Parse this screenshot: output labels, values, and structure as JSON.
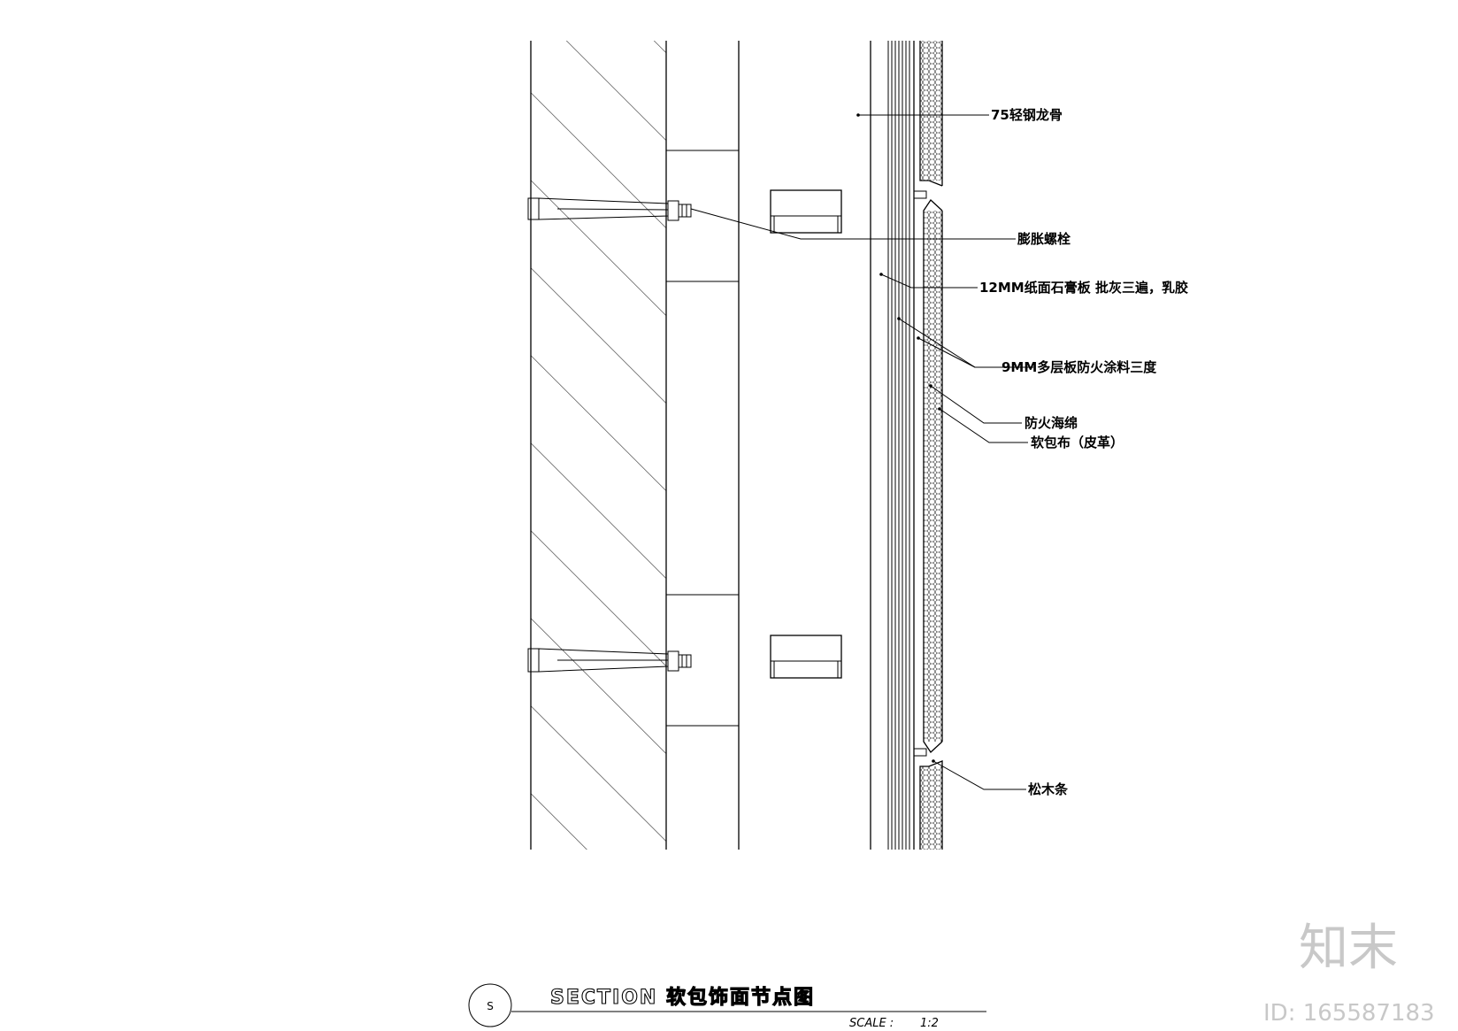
{
  "labels": {
    "stud": "75轻钢龙骨",
    "anchor_bolt": "膨胀螺栓",
    "gypsum": "12MM纸面石膏板 批灰三遍，乳胶",
    "plywood": "9MM多层板防火涂料三度",
    "sponge": "防火海绵",
    "fabric": "软包布（皮革）",
    "pine_strip": "松木条"
  },
  "title_block": {
    "marker": "S",
    "title": "SECTION 软包饰面节点图",
    "scale_label": "SCALE :",
    "scale_value": "1:2"
  },
  "watermark": {
    "logo": "知末",
    "id": "ID: 165587183"
  }
}
